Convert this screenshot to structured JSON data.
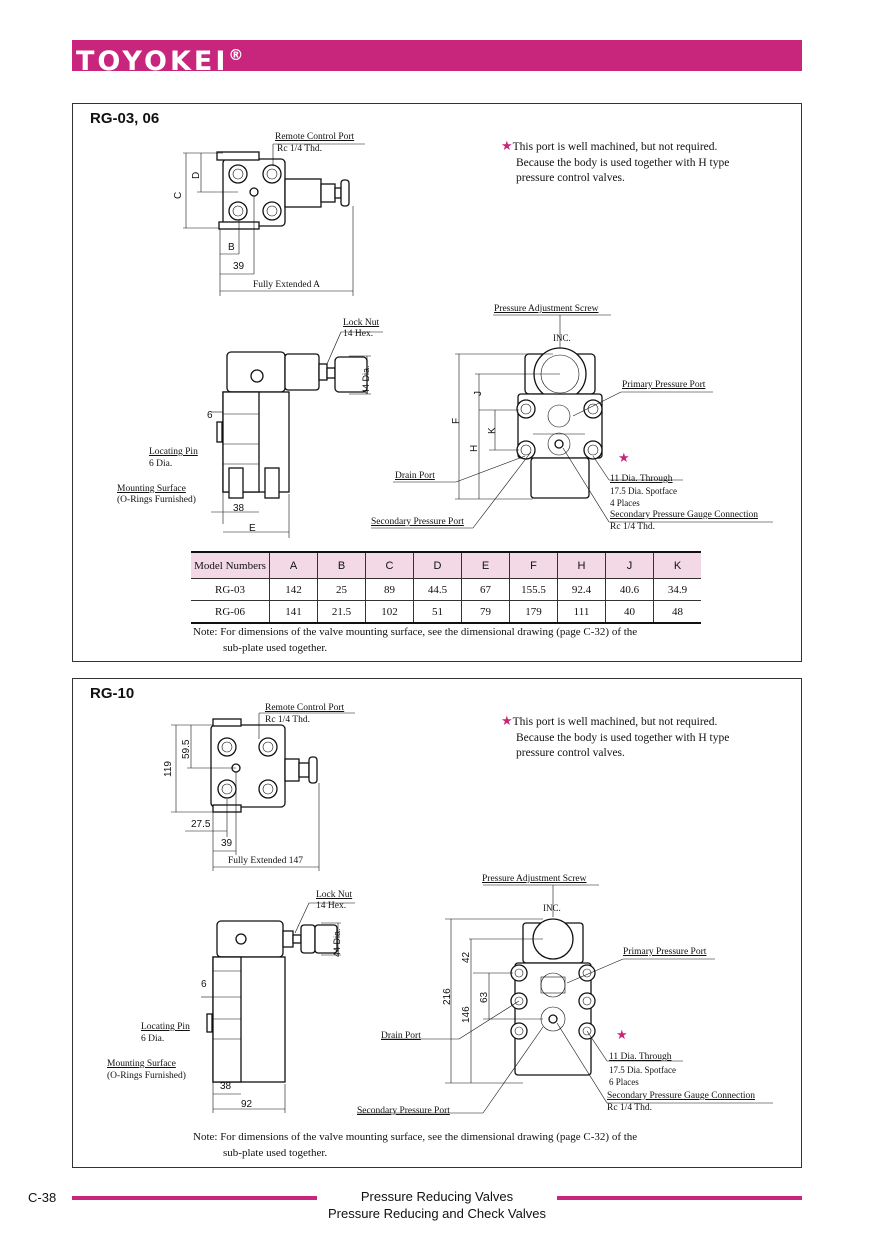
{
  "brand": {
    "name": "TOYOKEI",
    "mark": "®",
    "color": "#c8267c"
  },
  "sections": [
    {
      "title": "RG-03, 06",
      "callouts": {
        "remote_control_port": "Remote Control Port",
        "remote_thread": "Rc 1/4 Thd.",
        "fully_extended": "Fully Extended A",
        "lock_nut": "Lock Nut",
        "lock_nut_hex": "14 Hex.",
        "knob_dia": "44 Dia.",
        "locating_pin": "Locating Pin",
        "pin_dia": "6 Dia.",
        "mounting_surface": "Mounting Surface",
        "o_rings": "(O-Rings Furnished)",
        "pressure_adjustment_screw": "Pressure Adjustment Screw",
        "inc": "INC.",
        "primary_pressure_port": "Primary Pressure Port",
        "drain_port": "Drain Port",
        "secondary_pressure_port": "Secondary Pressure Port",
        "through_hole": "11 Dia. Through",
        "spotface": "17.5 Dia. Spotface",
        "places": "4 Places",
        "gauge_connection": "Secondary Pressure Gauge Connection",
        "gauge_thread": "Rc 1/4 Thd."
      },
      "dims": {
        "c": "C",
        "d": "D",
        "b": "B",
        "w39": "39",
        "six": "6",
        "w38": "38",
        "e": "E",
        "f": "F",
        "h": "H",
        "j": "J",
        "k": "K"
      },
      "star_note": [
        "This port is well machined, but not required.",
        "Because the body is used together with H type",
        "pressure control valves."
      ],
      "table": {
        "headers": [
          "Model Numbers",
          "A",
          "B",
          "C",
          "D",
          "E",
          "F",
          "H",
          "J",
          "K"
        ],
        "rows": [
          [
            "RG-03",
            "142",
            "25",
            "89",
            "44.5",
            "67",
            "155.5",
            "92.4",
            "40.6",
            "34.9"
          ],
          [
            "RG-06",
            "141",
            "21.5",
            "102",
            "51",
            "79",
            "179",
            "111",
            "40",
            "48"
          ]
        ]
      },
      "note": [
        "Note: For dimensions of the valve mounting surface, see the dimensional drawing (page C-32) of the",
        "sub-plate used together."
      ]
    },
    {
      "title": "RG-10",
      "callouts": {
        "remote_control_port": "Remote Control Port",
        "remote_thread": "Rc 1/4 Thd.",
        "fully_extended": "Fully Extended 147",
        "lock_nut": "Lock Nut",
        "lock_nut_hex": "14 Hex.",
        "knob_dia": "44 Dia.",
        "locating_pin": "Locating Pin",
        "pin_dia": "6 Dia.",
        "mounting_surface": "Mounting Surface",
        "o_rings": "(O-Rings Furnished)",
        "pressure_adjustment_screw": "Pressure Adjustment Screw",
        "inc": "INC.",
        "primary_pressure_port": "Primary Pressure Port",
        "drain_port": "Drain Port",
        "secondary_pressure_port": "Secondary Pressure Port",
        "through_hole": "11 Dia. Through",
        "spotface": "17.5 Dia. Spotface",
        "places": "6 Places",
        "gauge_connection": "Secondary Pressure Gauge Connection",
        "gauge_thread": "Rc 1/4 Thd."
      },
      "dims": {
        "d119": "119",
        "d595": "59.5",
        "d275": "27.5",
        "w39": "39",
        "six": "6",
        "w38": "38",
        "w92": "92",
        "d216": "216",
        "d146": "146",
        "d42": "42",
        "d63": "63"
      },
      "star_note": [
        "This port is well machined, but not required.",
        "Because the body is used together with H type",
        "pressure control valves."
      ],
      "note": [
        "Note: For dimensions of the valve mounting surface, see the dimensional drawing (page C-32) of the",
        "sub-plate used together."
      ]
    }
  ],
  "footer": {
    "page": "C-38",
    "line1": "Pressure Reducing Valves",
    "line2": "Pressure Reducing and Check Valves"
  }
}
